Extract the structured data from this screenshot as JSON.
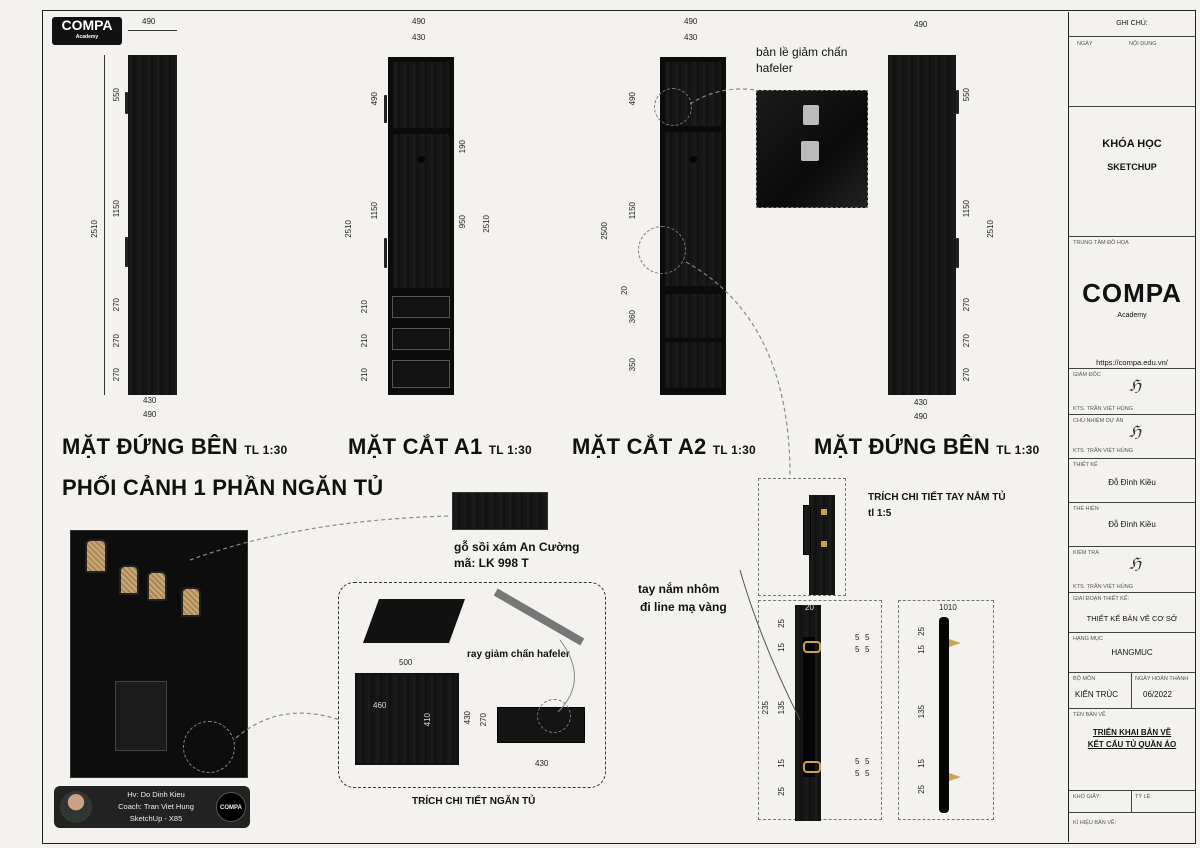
{
  "logo": {
    "name": "COMPA",
    "sub": "Academy"
  },
  "views": [
    {
      "title": "MẶT ĐỨNG BÊN",
      "scale": "TL 1:30"
    },
    {
      "title": "MẶT CẮT A1",
      "scale": "TL 1:30"
    },
    {
      "title": "MẶT CẮT A2",
      "scale": "TL 1:30"
    },
    {
      "title": "MẶT ĐỨNG BÊN",
      "scale": "TL 1:30"
    }
  ],
  "dims": {
    "w490": "490",
    "w430": "430",
    "h550": "550",
    "h1150": "1150",
    "h2510": "2510",
    "h270": "270",
    "h490": "490",
    "h190": "190",
    "h950": "950",
    "h210": "210",
    "h2500": "2500",
    "h20": "20",
    "h360": "360",
    "h350": "350",
    "d500": "500",
    "d460": "460",
    "d410": "410",
    "d430": "430",
    "d270": "270",
    "d20": "20",
    "d25": "25",
    "d15": "15",
    "d5": "5",
    "d135": "135",
    "d235": "235",
    "d1010": "1010"
  },
  "annotations": {
    "hinge": "bản lề giảm chấn hafeler",
    "perspective": "PHỐI CẢNH 1 PHẦN NGĂN TỦ",
    "material": "gỗ sồi xám An Cường",
    "material_code": "mã: LK 998 T",
    "rail": "ray giảm chấn hafeler",
    "drawer_detail": "TRÍCH CHI TIẾT NGĂN TỦ",
    "handle_detail": "TRÍCH CHI TIẾT TAY NẮM TỦ",
    "handle_scale": "tl 1:5",
    "handle_note1": "tay nắm nhôm",
    "handle_note2": "đi line mạ vàng"
  },
  "credit": {
    "hv": "Hv: Do Dinh Kieu",
    "coach": "Coach: Tran Viet Hung",
    "software": "SketchUp - X85"
  },
  "titleblock": {
    "ghichu": "GHI CHÚ:",
    "ngay": "NGÀY",
    "noidung": "NỘI DUNG",
    "course1": "KHÓA HỌC",
    "course2": "SKETCHUP",
    "center": "TRUNG TÂM ĐỒ HỌA",
    "url": "https://compa.edu.vn/",
    "giamdoc": "GIÁM ĐỐC",
    "kts1": "KTS. TRẦN VIỆT HÙNG",
    "chunhiem": "CHỦ NHIỆM DỰ ÁN",
    "kts2": "KTS. TRẦN VIỆT HÙNG",
    "thietke": "THIẾT KẾ",
    "thietke_val": "Đỗ Đình Kiều",
    "thuchien": "THỂ HIỆN",
    "thuchien_val": "Đỗ Đình Kiều",
    "kiemtra": "KIỂM TRA",
    "kts3": "KTS. TRẦN VIỆT HÙNG",
    "giaidoan": "GIAI ĐOẠN THIẾT KẾ:",
    "giaidoan_val": "THIẾT KẾ BẢN VẼ CƠ SỞ",
    "hangmuc": "HẠNG MỤC",
    "hangmuc_val": "HANGMUC",
    "bomon": "BỘ MÔN",
    "ngayht": "NGÀY HOÀN THÀNH",
    "bomon_val": "KIẾN TRÚC",
    "ngayht_val": "06/2022",
    "tenbanve": "TÊN BẢN VẼ",
    "tenbanve_val1": "TRIỂN KHAI BẢN VẼ",
    "tenbanve_val2": "KẾT CẤU TỦ QUẦN ÁO",
    "khogiay": "KHỔ GIẤY:",
    "tyle": "TỶ LỆ:",
    "kihieu": "KÍ HIỆU BẢN VẼ:"
  }
}
